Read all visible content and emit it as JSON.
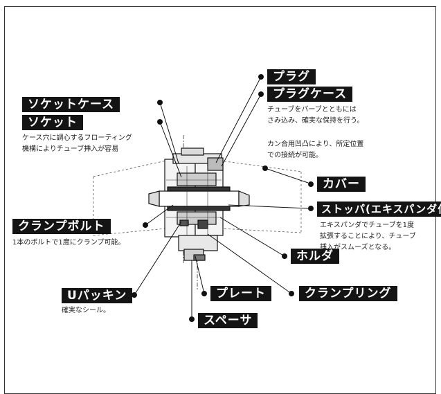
{
  "labels": {
    "plug": "プラグ",
    "plug_case": "プラグケース",
    "socket_case": "ソケットケース",
    "socket": "ソケット",
    "cover": "カバー",
    "stopper": "ストッパ(エキスパンダ付)",
    "clamp_bolt": "クランプボルト",
    "holder": "ホルダ",
    "u_packing": "Uパッキン",
    "plate": "プレート",
    "clamp_ring": "クランプリング",
    "spacer": "スペーサ"
  },
  "descriptions": {
    "plug_case_1": "チューブをバーブとともには",
    "plug_case_2": "さみ込み、確実な保持を行う。",
    "plug_case_3": "カン合用凹凸により、所定位置",
    "plug_case_4": "での接続が可能。",
    "socket_1": "ケース穴に調心するフローティング",
    "socket_2": "機構によりチューブ挿入が容易",
    "stopper_1": "エキスパンダでチューブを1度",
    "stopper_2": "拡張することにより、チューブ",
    "stopper_3": "挿入がスムーズとなる。",
    "clamp_bolt_1": "1本のボルトで1度にクランプ可能。",
    "u_packing_1": "確実なシール。"
  }
}
